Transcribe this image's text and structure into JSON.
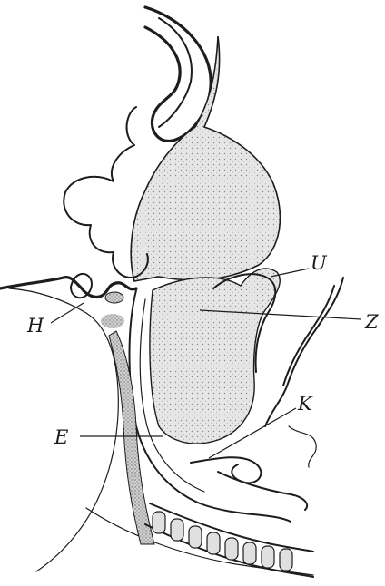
{
  "labels": {
    "U": "U",
    "Z": "Z",
    "H": "H",
    "K": "K",
    "E": "E"
  },
  "colors": {
    "ink": "#1d1d1d",
    "tissue_shading": "#d8d8d8",
    "dark_shading": "#9a9a9a",
    "paper": "#ffffff"
  }
}
